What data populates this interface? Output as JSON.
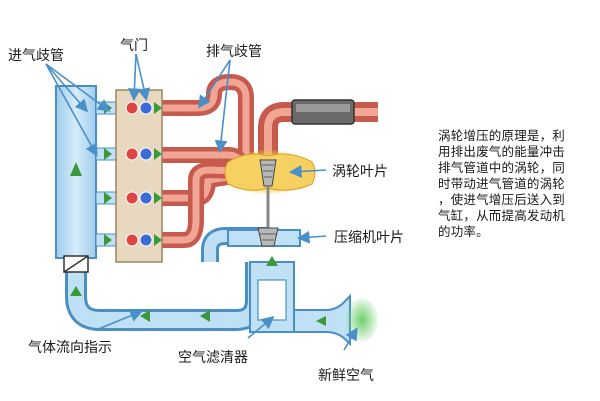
{
  "labels": {
    "intake_manifold": "进气歧管",
    "valve": "气门",
    "exhaust_manifold": "排气歧管",
    "turbine_blade": "涡轮叶片",
    "compressor_blade": "压缩机叶片",
    "flow_indicator": "气体流向指示",
    "air_filter": "空气滤清器",
    "fresh_air": "新鲜空气"
  },
  "description": {
    "lines": [
      "涡轮增压的原理是，利",
      "用排出废气的能量冲击",
      "排气管道中的涡轮，同",
      "时带动进气管道的涡轮",
      "，使进气增压后送入到",
      "气缸，从而提高发动机",
      "的功率。"
    ]
  },
  "colors": {
    "intake_blue": "#bfe0f5",
    "intake_stroke": "#4a8fc4",
    "exhaust_red": "#d9786a",
    "exhaust_light": "#f2b3a6",
    "arrow_green": "#3a9a3a",
    "engine_block": "#e8d8c0",
    "hot_glow": "#f6c94a"
  }
}
